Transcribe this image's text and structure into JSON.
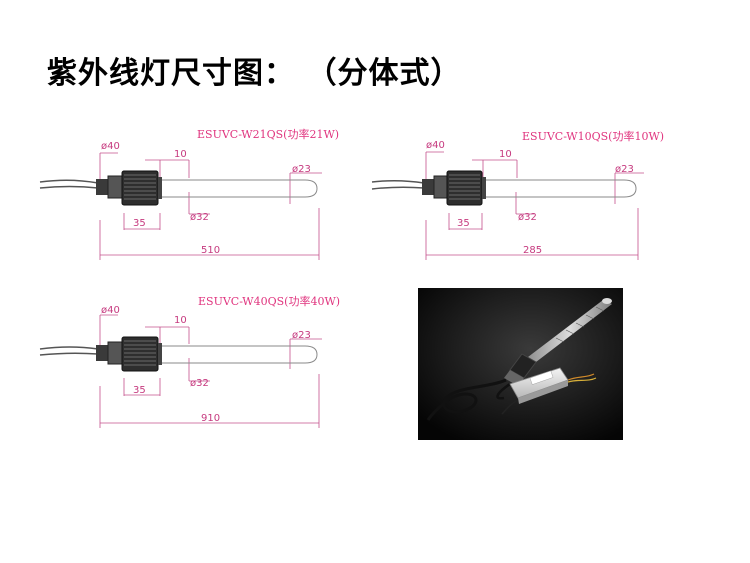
{
  "title": "紫外线灯尺寸图： （分体式）",
  "diagrams": [
    {
      "model": "ESUVC-W21QS(功率21W)",
      "dims": {
        "d_nut": "ø40",
        "thread": "10",
        "d_tip": "ø23",
        "hex": "35",
        "d_tube": "ø32",
        "length": "510"
      }
    },
    {
      "model": "ESUVC-W10QS(功率10W)",
      "dims": {
        "d_nut": "ø40",
        "thread": "10",
        "d_tip": "ø23",
        "hex": "35",
        "d_tube": "ø32",
        "length": "285"
      }
    },
    {
      "model": "ESUVC-W40QS(功率40W)",
      "dims": {
        "d_nut": "ø40",
        "thread": "10",
        "d_tip": "ø23",
        "hex": "35",
        "d_tube": "ø32",
        "length": "910"
      }
    }
  ],
  "colors": {
    "dimension": "#c4508c",
    "label": "#e0357f",
    "outline": "#8a8a8a"
  }
}
